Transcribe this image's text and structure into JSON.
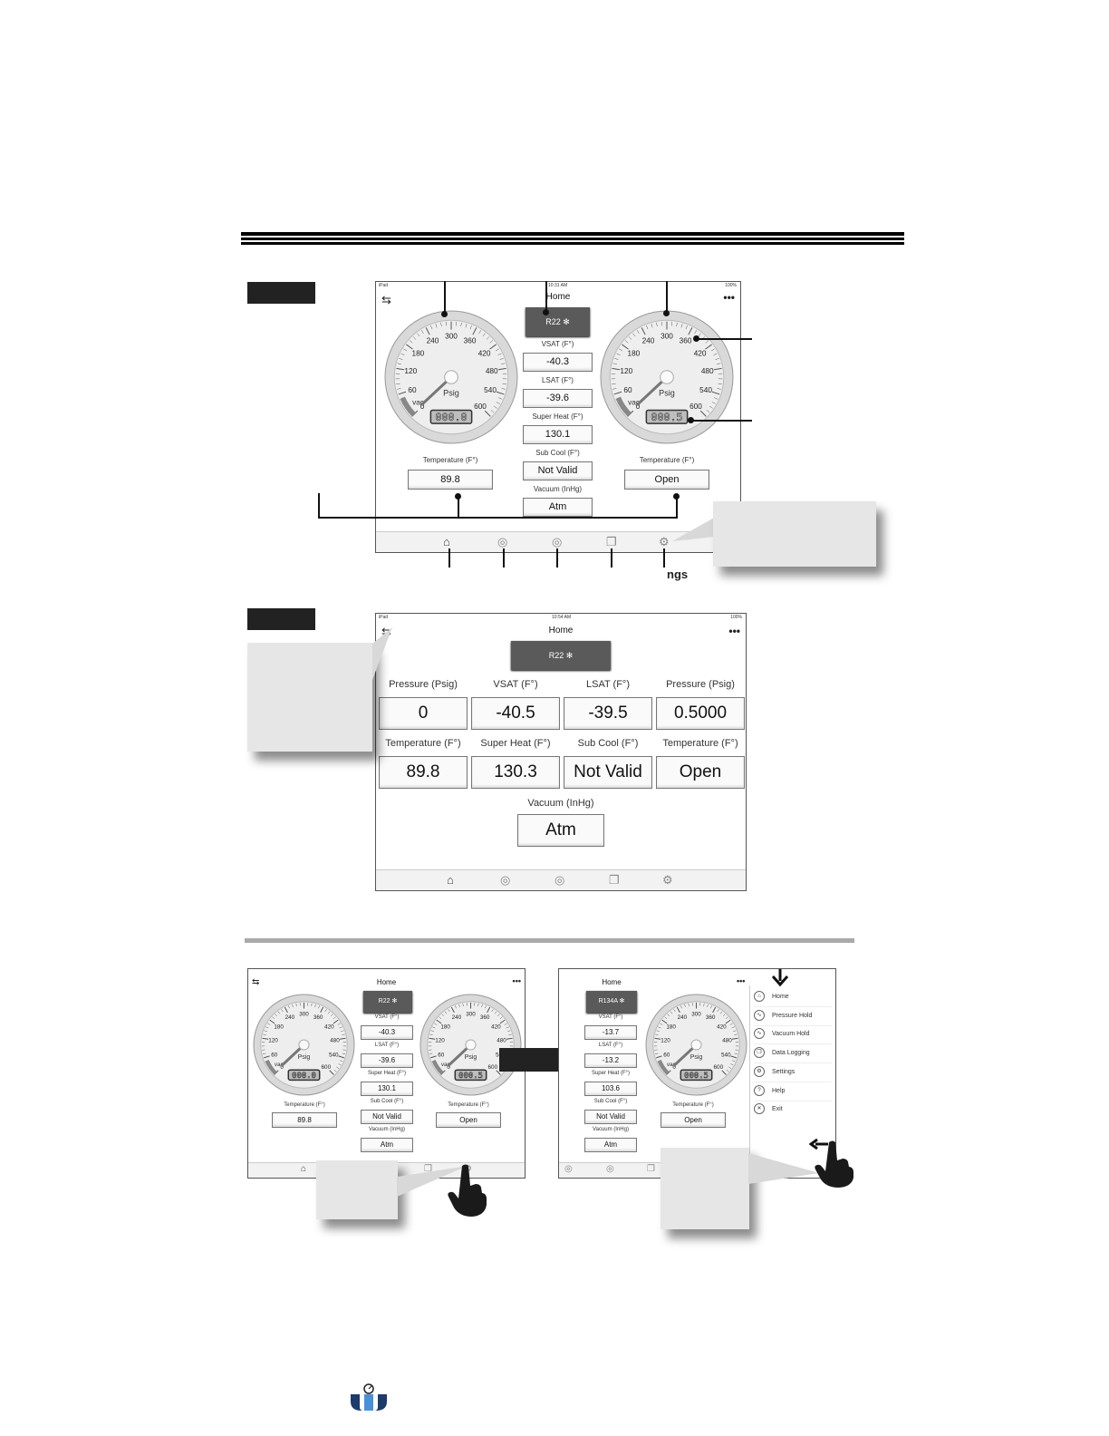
{
  "page": {
    "background": "#ffffff",
    "callout_fill": "#e6e6e6",
    "ref_fill": "#5a5a5a"
  },
  "callout_label": "ngs",
  "screen1": {
    "status": {
      "left": "iPad",
      "time": "10:31 AM",
      "right": "100%"
    },
    "title": "Home",
    "refrigerant": "R22",
    "left_gauge": {
      "unit": "Psig",
      "vac": "vac",
      "readout": "000.0",
      "ticks": [
        "0",
        "60",
        "120",
        "180",
        "240",
        "300",
        "360",
        "420",
        "480",
        "540",
        "600"
      ],
      "value": 0
    },
    "right_gauge": {
      "unit": "Psig",
      "vac": "vac",
      "readout": "000.5",
      "ticks": [
        "0",
        "60",
        "120",
        "180",
        "240",
        "300",
        "360",
        "420",
        "480",
        "540",
        "600"
      ],
      "value": 0.5
    },
    "center": [
      {
        "label": "VSAT (F°)",
        "value": "-40.3"
      },
      {
        "label": "LSAT (F°)",
        "value": "-39.6"
      },
      {
        "label": "Super Heat (F°)",
        "value": "130.1"
      },
      {
        "label": "Sub Cool (F°)",
        "value": "Not Valid"
      },
      {
        "label": "Vacuum (InHg)",
        "value": "Atm"
      }
    ],
    "left_temp": {
      "label": "Temperature (F°)",
      "value": "89.8"
    },
    "right_temp": {
      "label": "Temperature (F°)",
      "value": "Open"
    },
    "tabs": [
      "home-icon",
      "pressure-hold-icon",
      "vacuum-hold-icon",
      "data-logging-icon",
      "settings-icon"
    ]
  },
  "screen2": {
    "status": {
      "left": "iPad",
      "time": "10:54 AM",
      "right": "100%"
    },
    "title": "Home",
    "refrigerant": "R22",
    "row1": [
      {
        "label": "Pressure (Psig)",
        "value": "0"
      },
      {
        "label": "VSAT (F°)",
        "value": "-40.5"
      },
      {
        "label": "LSAT (F°)",
        "value": "-39.5"
      },
      {
        "label": "Pressure (Psig)",
        "value": "0.5000"
      }
    ],
    "row2": [
      {
        "label": "Temperature (F°)",
        "value": "89.8"
      },
      {
        "label": "Super Heat (F°)",
        "value": "130.3"
      },
      {
        "label": "Sub Cool (F°)",
        "value": "Not Valid"
      },
      {
        "label": "Temperature (F°)",
        "value": "Open"
      }
    ],
    "vacuum": {
      "label": "Vacuum (InHg)",
      "value": "Atm"
    }
  },
  "screen3": {
    "title": "Home",
    "refrigerant": "R22",
    "center": [
      {
        "label": "VSAT (F°)",
        "value": "-40.3"
      },
      {
        "label": "LSAT (F°)",
        "value": "-39.6"
      },
      {
        "label": "Super Heat (F°)",
        "value": "130.1"
      },
      {
        "label": "Sub Cool (F°)",
        "value": "Not Valid"
      },
      {
        "label": "Vacuum (InHg)",
        "value": "Atm"
      }
    ],
    "left_gauge_readout": "000.0",
    "right_gauge_readout": "000.5",
    "left_temp": {
      "label": "Temperature (F°)",
      "value": "89.8"
    },
    "right_temp": {
      "label": "Temperature (F°)",
      "value": "Open"
    }
  },
  "screen4": {
    "title": "Home",
    "refrigerant": "R134A",
    "center": [
      {
        "label": "VSAT (F°)",
        "value": "-13.7"
      },
      {
        "label": "LSAT (F°)",
        "value": "-13.2"
      },
      {
        "label": "Super Heat (F°)",
        "value": "103.6"
      },
      {
        "label": "Sub Cool (F°)",
        "value": "Not Valid"
      },
      {
        "label": "Vacuum (InHg)",
        "value": "Atm"
      }
    ],
    "gauge_readout": "000.5",
    "temp": {
      "label": "Temperature (F°)",
      "value": "Open"
    },
    "menu": [
      "Home",
      "Pressure Hold",
      "Vacuum Hold",
      "Data Logging",
      "Settings",
      "Help",
      "Exit"
    ]
  }
}
